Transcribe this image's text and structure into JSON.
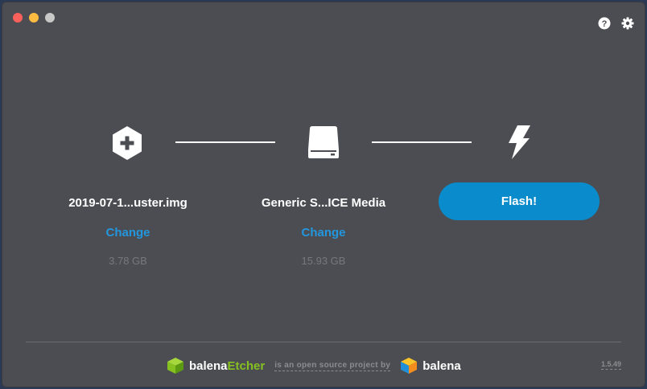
{
  "window": {
    "app": "balenaEtcher"
  },
  "image_step": {
    "filename": "2019-07-1...uster.img",
    "change_label": "Change",
    "size": "3.78 GB"
  },
  "drive_step": {
    "name": "Generic S...ICE Media",
    "change_label": "Change",
    "size": "15.93 GB"
  },
  "flash_step": {
    "button_label": "Flash!"
  },
  "footer": {
    "brand_prefix": "balena",
    "brand_suffix": "Etcher",
    "tagline": "is an open source project by",
    "company": "balena",
    "version": "1.5.49"
  },
  "icons": {
    "help": "help-icon",
    "settings": "gear-icon",
    "image": "plus-hexagon-icon",
    "drive": "hard-drive-icon",
    "flash": "lightning-bolt-icon"
  },
  "colors": {
    "background": "#4c4d52",
    "accent": "#2297de",
    "flash_button": "#0a8ccc",
    "brand_green": "#85c11f"
  }
}
